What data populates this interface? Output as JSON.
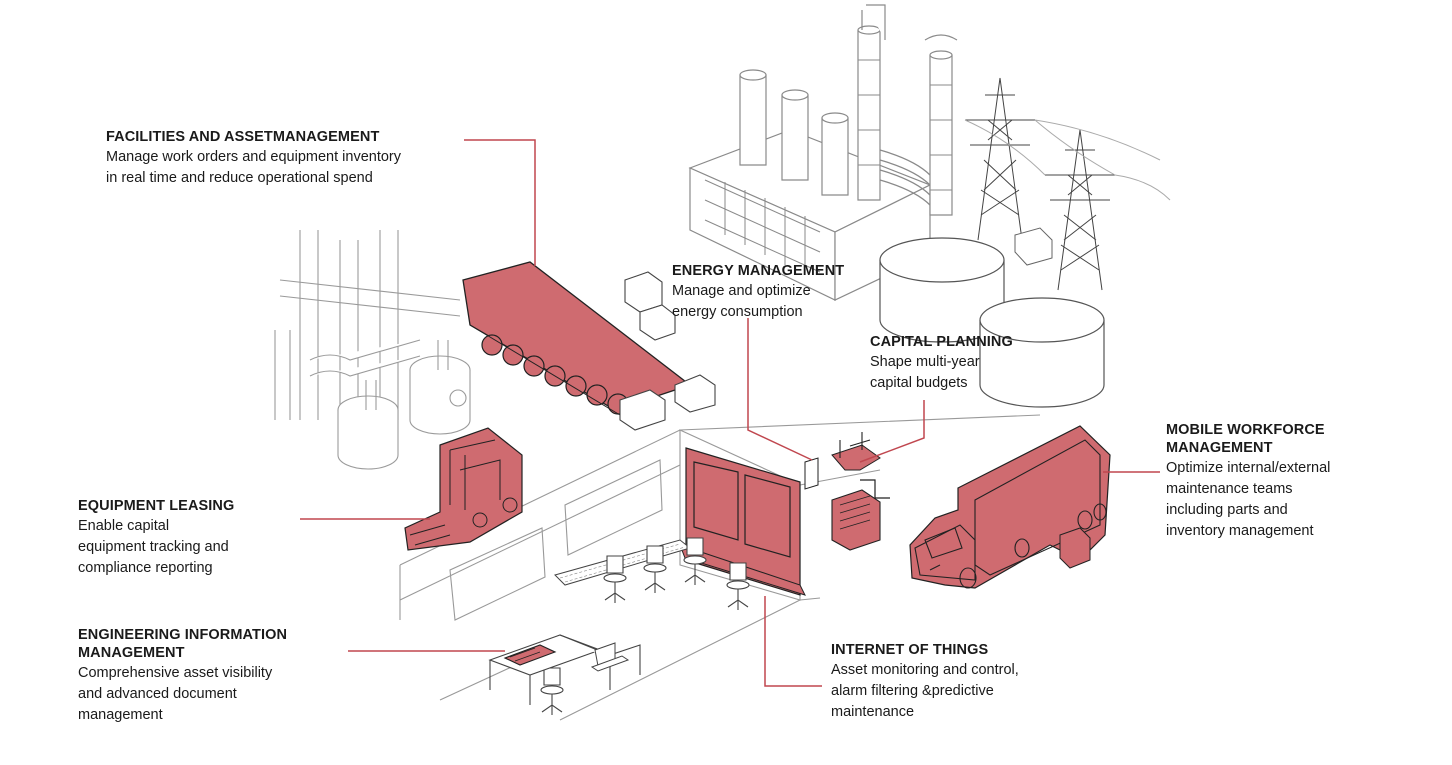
{
  "colors": {
    "accent_fill": "#cf6b70",
    "accent_line": "#c0474f",
    "ink": "#1a1a1a",
    "outline": "#8a8a8a"
  },
  "callouts": {
    "facilities": {
      "title": "FACILITIES AND ASSETMANAGEMENT",
      "desc": "Manage work orders and equipment inventory\nin real time and reduce operational spend"
    },
    "energy": {
      "title": "ENERGY MANAGEMENT",
      "desc": "Manage and optimize\nenergy consumption"
    },
    "capital": {
      "title": "CAPITAL PLANNING",
      "desc": "Shape multi-year\ncapital budgets"
    },
    "mobile": {
      "title": "MOBILE WORKFORCE\nMANAGEMENT",
      "desc": "Optimize internal/external\nmaintenance teams\nincluding parts and\ninventory management"
    },
    "leasing": {
      "title": "EQUIPMENT LEASING",
      "desc": "Enable capital\nequipment tracking and\ncompliance reporting"
    },
    "engineering": {
      "title": "ENGINEERING INFORMATION\nMANAGEMENT",
      "desc": "Comprehensive asset visibility\nand advanced document\nmanagement"
    },
    "iot": {
      "title": "INTERNET OF THINGS",
      "desc": "Asset monitoring and control,\nalarm filtering &predictive\nmaintenance"
    }
  },
  "illustration": {
    "highlighted_items": [
      "conveyor",
      "forklift",
      "control-room-consoles",
      "rack-equipment",
      "truck",
      "engineering-desk"
    ],
    "icons": [
      "factory",
      "chimney",
      "distillation-column",
      "transmission-tower",
      "storage-tank",
      "forklift",
      "truck",
      "office-chair",
      "desk",
      "laptop",
      "box"
    ]
  }
}
